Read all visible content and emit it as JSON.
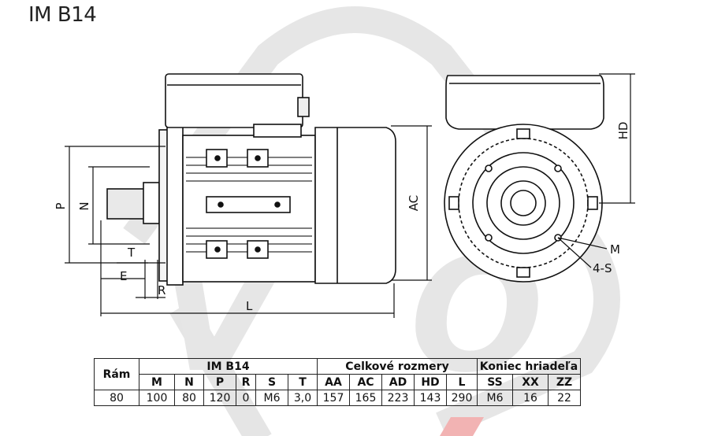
{
  "title": "IM B14",
  "watermark": {
    "text": "VYBO",
    "color": "#e0e0e0",
    "accent_color": "#f2b3b3"
  },
  "drawing": {
    "side_view_labels": {
      "P": "P",
      "N": "N",
      "T": "T",
      "E": "E",
      "R": "R",
      "L": "L",
      "AC": "AC"
    },
    "end_view_labels": {
      "HD": "HD",
      "M": "M",
      "S": "4-S"
    }
  },
  "table": {
    "group_headers": {
      "frame": "Rám",
      "im": "IM B14",
      "overall": "Celkové rozmery",
      "shaft": "Koniec hriadeľa"
    },
    "columns": [
      "M",
      "N",
      "P",
      "R",
      "S",
      "T",
      "AA",
      "AC",
      "AD",
      "HD",
      "L",
      "SS",
      "XX",
      "ZZ"
    ],
    "row": [
      "80",
      "100",
      "80",
      "120",
      "0",
      "M6",
      "3,0",
      "157",
      "165",
      "223",
      "143",
      "290",
      "M6",
      "16",
      "22"
    ]
  }
}
